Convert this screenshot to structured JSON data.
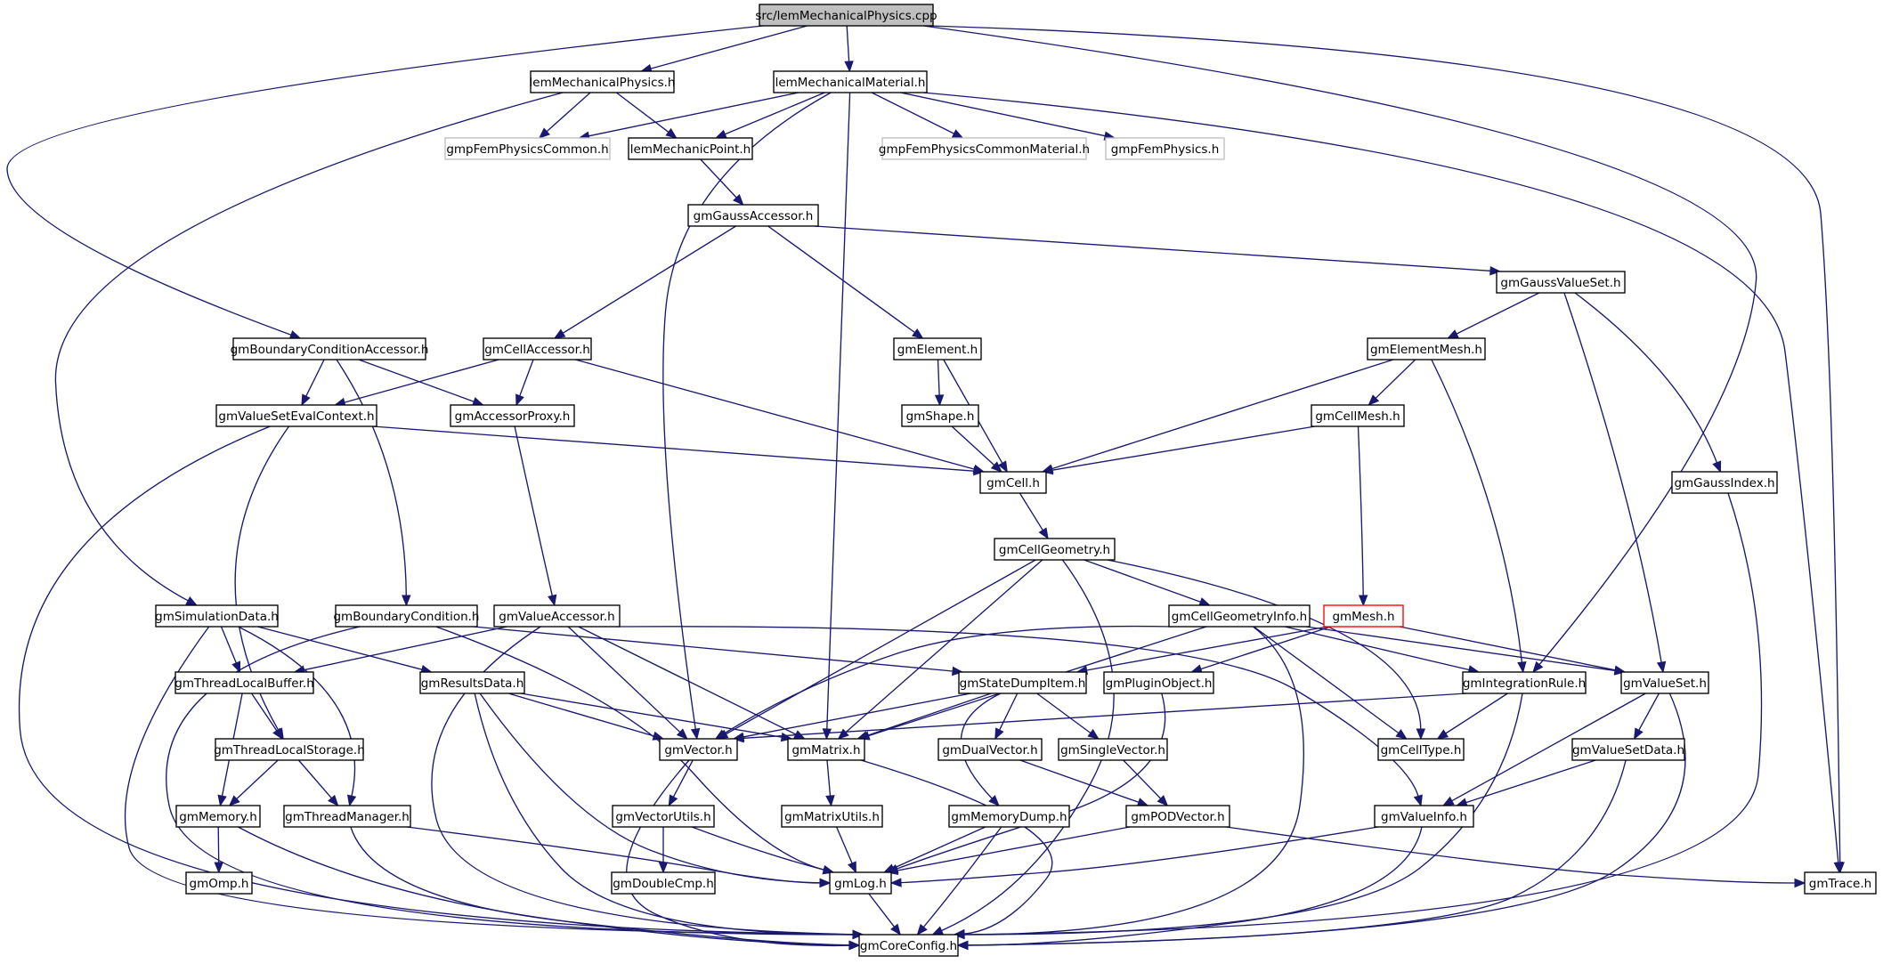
{
  "graph": {
    "colors": {
      "edge": "#191970",
      "node_border": "#000000",
      "external_border": "#bfbfbf",
      "root_fill": "#bfbfbf",
      "truncated_border": "#ff0000"
    },
    "nodes": [
      {
        "id": "root",
        "label": "src/lemMechanicalPhysics.cpp",
        "kind": "root"
      },
      {
        "id": "lemMechanicalPhysics",
        "label": "lemMechanicalPhysics.h"
      },
      {
        "id": "lemMechanicalMaterial",
        "label": "lemMechanicalMaterial.h"
      },
      {
        "id": "gmpFemPhysicsCommon",
        "label": "gmpFemPhysicsCommon.h",
        "kind": "external"
      },
      {
        "id": "lemMechanicPoint",
        "label": "lemMechanicPoint.h"
      },
      {
        "id": "gmpFemPhysicsCommonMaterial",
        "label": "gmpFemPhysicsCommonMaterial.h",
        "kind": "external"
      },
      {
        "id": "gmpFemPhysics",
        "label": "gmpFemPhysics.h",
        "kind": "external"
      },
      {
        "id": "gmGaussAccessor",
        "label": "gmGaussAccessor.h"
      },
      {
        "id": "gmGaussValueSet",
        "label": "gmGaussValueSet.h"
      },
      {
        "id": "gmBoundaryConditionAccessor",
        "label": "gmBoundaryConditionAccessor.h"
      },
      {
        "id": "gmCellAccessor",
        "label": "gmCellAccessor.h"
      },
      {
        "id": "gmElement",
        "label": "gmElement.h"
      },
      {
        "id": "gmElementMesh",
        "label": "gmElementMesh.h"
      },
      {
        "id": "gmValueSetEvalContext",
        "label": "gmValueSetEvalContext.h"
      },
      {
        "id": "gmAccessorProxy",
        "label": "gmAccessorProxy.h"
      },
      {
        "id": "gmShape",
        "label": "gmShape.h"
      },
      {
        "id": "gmCellMesh",
        "label": "gmCellMesh.h"
      },
      {
        "id": "gmCell",
        "label": "gmCell.h"
      },
      {
        "id": "gmGaussIndex",
        "label": "gmGaussIndex.h"
      },
      {
        "id": "gmCellGeometry",
        "label": "gmCellGeometry.h"
      },
      {
        "id": "gmSimulationData",
        "label": "gmSimulationData.h"
      },
      {
        "id": "gmBoundaryCondition",
        "label": "gmBoundaryCondition.h"
      },
      {
        "id": "gmValueAccessor",
        "label": "gmValueAccessor.h"
      },
      {
        "id": "gmCellGeometryInfo",
        "label": "gmCellGeometryInfo.h"
      },
      {
        "id": "gmMesh",
        "label": "gmMesh.h",
        "kind": "truncated"
      },
      {
        "id": "gmThreadLocalBuffer",
        "label": "gmThreadLocalBuffer.h"
      },
      {
        "id": "gmResultsData",
        "label": "gmResultsData.h"
      },
      {
        "id": "gmStateDumpItem",
        "label": "gmStateDumpItem.h"
      },
      {
        "id": "gmPluginObject",
        "label": "gmPluginObject.h"
      },
      {
        "id": "gmIntegrationRule",
        "label": "gmIntegrationRule.h"
      },
      {
        "id": "gmValueSet",
        "label": "gmValueSet.h"
      },
      {
        "id": "gmThreadLocalStorage",
        "label": "gmThreadLocalStorage.h"
      },
      {
        "id": "gmVector",
        "label": "gmVector.h"
      },
      {
        "id": "gmMatrix",
        "label": "gmMatrix.h"
      },
      {
        "id": "gmDualVector",
        "label": "gmDualVector.h"
      },
      {
        "id": "gmSingleVector",
        "label": "gmSingleVector.h"
      },
      {
        "id": "gmCellType",
        "label": "gmCellType.h"
      },
      {
        "id": "gmValueSetData",
        "label": "gmValueSetData.h"
      },
      {
        "id": "gmMemory",
        "label": "gmMemory.h"
      },
      {
        "id": "gmThreadManager",
        "label": "gmThreadManager.h"
      },
      {
        "id": "gmVectorUtils",
        "label": "gmVectorUtils.h"
      },
      {
        "id": "gmMatrixUtils",
        "label": "gmMatrixUtils.h"
      },
      {
        "id": "gmMemoryDump",
        "label": "gmMemoryDump.h"
      },
      {
        "id": "gmPODVector",
        "label": "gmPODVector.h"
      },
      {
        "id": "gmValueInfo",
        "label": "gmValueInfo.h"
      },
      {
        "id": "gmOmp",
        "label": "gmOmp.h"
      },
      {
        "id": "gmDoubleCmp",
        "label": "gmDoubleCmp.h"
      },
      {
        "id": "gmLog",
        "label": "gmLog.h"
      },
      {
        "id": "gmTrace",
        "label": "gmTrace.h"
      },
      {
        "id": "gmCoreConfig",
        "label": "gmCoreConfig.h"
      }
    ],
    "edges": [
      [
        "root",
        "lemMechanicalPhysics"
      ],
      [
        "root",
        "lemMechanicalMaterial"
      ],
      [
        "root",
        "gmBoundaryConditionAccessor"
      ],
      [
        "root",
        "gmIntegrationRule"
      ],
      [
        "root",
        "gmTrace"
      ],
      [
        "lemMechanicalPhysics",
        "gmpFemPhysicsCommon"
      ],
      [
        "lemMechanicalPhysics",
        "lemMechanicPoint"
      ],
      [
        "lemMechanicalPhysics",
        "gmSimulationData"
      ],
      [
        "lemMechanicalMaterial",
        "gmpFemPhysicsCommon"
      ],
      [
        "lemMechanicalMaterial",
        "lemMechanicPoint"
      ],
      [
        "lemMechanicalMaterial",
        "gmpFemPhysicsCommonMaterial"
      ],
      [
        "lemMechanicalMaterial",
        "gmpFemPhysics"
      ],
      [
        "lemMechanicalMaterial",
        "gmVector"
      ],
      [
        "lemMechanicalMaterial",
        "gmMatrix"
      ],
      [
        "lemMechanicalMaterial",
        "gmTrace"
      ],
      [
        "lemMechanicPoint",
        "gmGaussAccessor"
      ],
      [
        "gmGaussAccessor",
        "gmCellAccessor"
      ],
      [
        "gmGaussAccessor",
        "gmElement"
      ],
      [
        "gmGaussAccessor",
        "gmGaussValueSet"
      ],
      [
        "gmGaussValueSet",
        "gmElementMesh"
      ],
      [
        "gmGaussValueSet",
        "gmValueSet"
      ],
      [
        "gmGaussValueSet",
        "gmGaussIndex"
      ],
      [
        "gmBoundaryConditionAccessor",
        "gmValueSetEvalContext"
      ],
      [
        "gmBoundaryConditionAccessor",
        "gmAccessorProxy"
      ],
      [
        "gmBoundaryConditionAccessor",
        "gmBoundaryCondition"
      ],
      [
        "gmCellAccessor",
        "gmValueSetEvalContext"
      ],
      [
        "gmCellAccessor",
        "gmAccessorProxy"
      ],
      [
        "gmCellAccessor",
        "gmCell"
      ],
      [
        "gmElement",
        "gmShape"
      ],
      [
        "gmElement",
        "gmCell"
      ],
      [
        "gmElementMesh",
        "gmCellMesh"
      ],
      [
        "gmElementMesh",
        "gmCell"
      ],
      [
        "gmElementMesh",
        "gmIntegrationRule"
      ],
      [
        "gmValueSetEvalContext",
        "gmCell"
      ],
      [
        "gmValueSetEvalContext",
        "gmThreadLocalStorage"
      ],
      [
        "gmValueSetEvalContext",
        "gmCoreConfig"
      ],
      [
        "gmAccessorProxy",
        "gmValueAccessor"
      ],
      [
        "gmShape",
        "gmCell"
      ],
      [
        "gmCellMesh",
        "gmCell"
      ],
      [
        "gmCellMesh",
        "gmMesh"
      ],
      [
        "gmCell",
        "gmCellGeometry"
      ],
      [
        "gmGaussIndex",
        "gmCoreConfig"
      ],
      [
        "gmCellGeometry",
        "gmCellGeometryInfo"
      ],
      [
        "gmCellGeometry",
        "gmVector"
      ],
      [
        "gmCellGeometry",
        "gmMatrix"
      ],
      [
        "gmCellGeometry",
        "gmCellType"
      ],
      [
        "gmCellGeometry",
        "gmCoreConfig"
      ],
      [
        "gmSimulationData",
        "gmThreadLocalBuffer"
      ],
      [
        "gmSimulationData",
        "gmResultsData"
      ],
      [
        "gmSimulationData",
        "gmThreadManager"
      ],
      [
        "gmSimulationData",
        "gmCoreConfig"
      ],
      [
        "gmBoundaryCondition",
        "gmStateDumpItem"
      ],
      [
        "gmBoundaryCondition",
        "gmLog"
      ],
      [
        "gmBoundaryCondition",
        "gmCoreConfig"
      ],
      [
        "gmValueAccessor",
        "gmThreadLocalBuffer"
      ],
      [
        "gmValueAccessor",
        "gmVector"
      ],
      [
        "gmValueAccessor",
        "gmMatrix"
      ],
      [
        "gmValueAccessor",
        "gmValueInfo"
      ],
      [
        "gmValueAccessor",
        "gmCoreConfig"
      ],
      [
        "gmCellGeometryInfo",
        "gmVector"
      ],
      [
        "gmCellGeometryInfo",
        "gmMatrix"
      ],
      [
        "gmCellGeometryInfo",
        "gmIntegrationRule"
      ],
      [
        "gmCellGeometryInfo",
        "gmCellType"
      ],
      [
        "gmCellGeometryInfo",
        "gmValueSet"
      ],
      [
        "gmCellGeometryInfo",
        "gmCoreConfig"
      ],
      [
        "gmMesh",
        "gmStateDumpItem"
      ],
      [
        "gmMesh",
        "gmPluginObject"
      ],
      [
        "gmMesh",
        "gmValueSet"
      ],
      [
        "gmThreadLocalBuffer",
        "gmThreadLocalStorage"
      ],
      [
        "gmThreadLocalBuffer",
        "gmMemory"
      ],
      [
        "gmResultsData",
        "gmVector"
      ],
      [
        "gmResultsData",
        "gmMatrix"
      ],
      [
        "gmResultsData",
        "gmLog"
      ],
      [
        "gmResultsData",
        "gmCoreConfig"
      ],
      [
        "gmStateDumpItem",
        "gmVector"
      ],
      [
        "gmStateDumpItem",
        "gmMatrix"
      ],
      [
        "gmStateDumpItem",
        "gmDualVector"
      ],
      [
        "gmStateDumpItem",
        "gmSingleVector"
      ],
      [
        "gmStateDumpItem",
        "gmMemoryDump"
      ],
      [
        "gmPluginObject",
        "gmLog"
      ],
      [
        "gmIntegrationRule",
        "gmVector"
      ],
      [
        "gmIntegrationRule",
        "gmCellType"
      ],
      [
        "gmIntegrationRule",
        "gmCoreConfig"
      ],
      [
        "gmValueSet",
        "gmValueSetData"
      ],
      [
        "gmValueSet",
        "gmValueInfo"
      ],
      [
        "gmValueSet",
        "gmCoreConfig"
      ],
      [
        "gmThreadLocalStorage",
        "gmMemory"
      ],
      [
        "gmThreadLocalStorage",
        "gmThreadManager"
      ],
      [
        "gmVector",
        "gmVectorUtils"
      ],
      [
        "gmVector",
        "gmCoreConfig"
      ],
      [
        "gmMatrix",
        "gmMatrixUtils"
      ],
      [
        "gmMatrix",
        "gmCoreConfig"
      ],
      [
        "gmDualVector",
        "gmPODVector"
      ],
      [
        "gmSingleVector",
        "gmPODVector"
      ],
      [
        "gmValueSetData",
        "gmValueInfo"
      ],
      [
        "gmValueSetData",
        "gmCoreConfig"
      ],
      [
        "gmMemory",
        "gmOmp"
      ],
      [
        "gmMemory",
        "gmCoreConfig"
      ],
      [
        "gmThreadManager",
        "gmLog"
      ],
      [
        "gmThreadManager",
        "gmCoreConfig"
      ],
      [
        "gmVectorUtils",
        "gmDoubleCmp"
      ],
      [
        "gmVectorUtils",
        "gmLog"
      ],
      [
        "gmMatrixUtils",
        "gmLog"
      ],
      [
        "gmMemoryDump",
        "gmLog"
      ],
      [
        "gmMemoryDump",
        "gmCoreConfig"
      ],
      [
        "gmPODVector",
        "gmLog"
      ],
      [
        "gmPODVector",
        "gmTrace"
      ],
      [
        "gmValueInfo",
        "gmLog"
      ],
      [
        "gmValueInfo",
        "gmCoreConfig"
      ],
      [
        "gmLog",
        "gmCoreConfig"
      ],
      [
        "gmCoreConfig",
        "gmCoreConfig"
      ]
    ]
  }
}
